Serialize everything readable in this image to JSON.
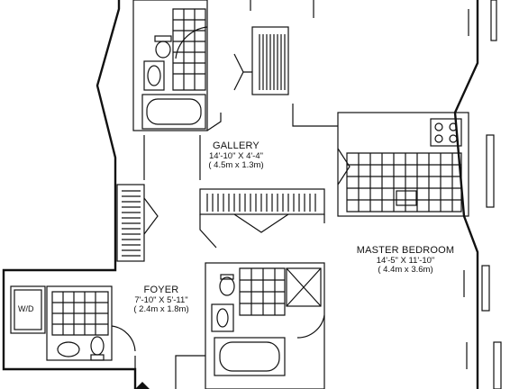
{
  "rooms": {
    "gallery": {
      "name": "GALLERY",
      "imperial": "14'-10\" X 4'-4\"",
      "metric": "( 4.5m x 1.3m)"
    },
    "foyer": {
      "name": "FOYER",
      "imperial": "7'-10\" X 5'-11\"",
      "metric": "( 2.4m x 1.8m)"
    },
    "master_bedroom": {
      "name": "MASTER BEDROOM",
      "imperial": "14'-5\" X 11'-10\"",
      "metric": "( 4.4m x 3.6m)"
    }
  },
  "fixtures": {
    "washer_dryer": "W/D"
  },
  "colors": {
    "line": "#111111",
    "background": "#ffffff"
  }
}
